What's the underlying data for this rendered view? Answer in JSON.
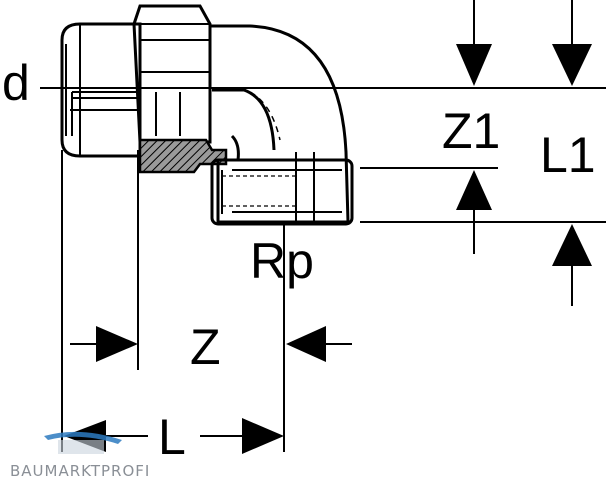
{
  "labels": {
    "d": "d",
    "z1": "Z1",
    "l1": "L1",
    "rp": "Rp",
    "z": "Z",
    "l": "L"
  },
  "watermark": {
    "text": "BAUMARKTPROFI",
    "logo_color": "#2d7ac0",
    "text_color": "#8a8f96"
  },
  "colors": {
    "line": "#000000",
    "hatch_fill": "#9a9a9a",
    "background": "#ffffff"
  }
}
